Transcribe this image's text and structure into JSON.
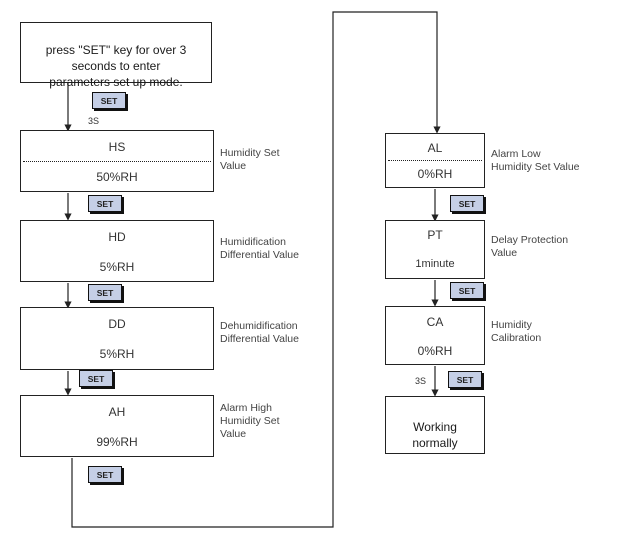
{
  "start": {
    "text": "press \"SET\" key for over 3\nseconds to enter\nparameters set up mode."
  },
  "set_label": "SET",
  "hold_label": "3S",
  "left_column": [
    {
      "code": "HS",
      "value": "50%RH",
      "desc": "Humidity Set\nValue"
    },
    {
      "code": "HD",
      "value": "5%RH",
      "desc": "Humidification\nDifferential Value"
    },
    {
      "code": "DD",
      "value": "5%RH",
      "desc": "Dehumidification\nDifferential Value"
    },
    {
      "code": "AH",
      "value": "99%RH",
      "desc": "Alarm High\nHumidity Set\nValue"
    }
  ],
  "right_column": [
    {
      "code": "AL",
      "value": "0%RH",
      "desc": "Alarm Low\nHumidity Set Value"
    },
    {
      "code": "PT",
      "value": "1minute",
      "desc": "Delay Protection\nValue"
    },
    {
      "code": "CA",
      "value": "0%RH",
      "desc": "Humidity\nCalibration"
    }
  ],
  "end": {
    "text": "Working\nnormally"
  }
}
